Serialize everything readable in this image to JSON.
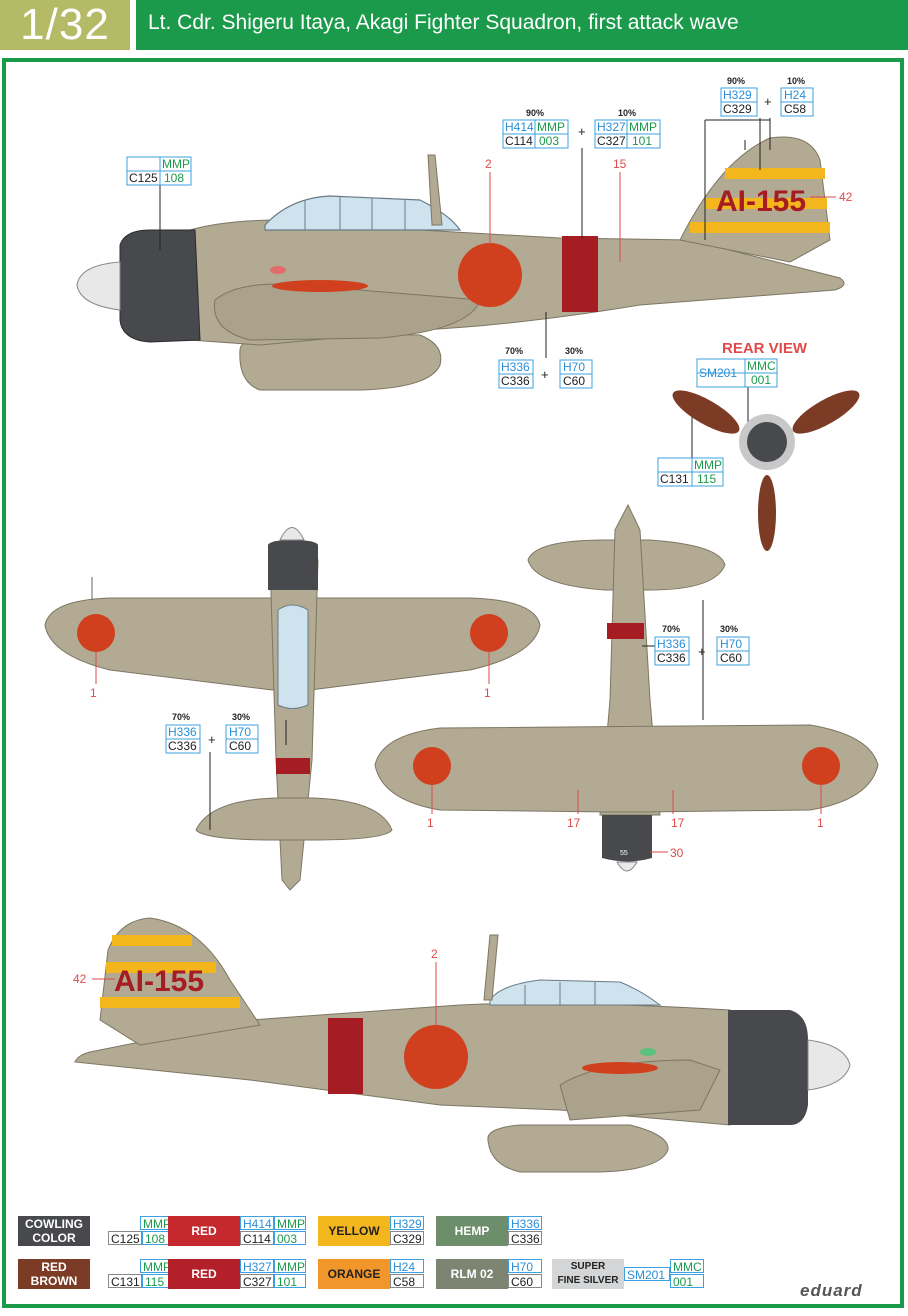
{
  "header": {
    "scale": "1/32",
    "title": "Lt. Cdr. Shigeru Itaya, Akagi Fighter Squadron, first attack wave"
  },
  "colors": {
    "hemp": "#b2aa92",
    "cowling": "#47494d",
    "red": "#a51d23",
    "hinomaru": "#d0401f",
    "yellow": "#f3b61c",
    "brown": "#7b3b25",
    "green": "#1a9a4a",
    "blue": "#3da0e0"
  },
  "side_view": {
    "code": "AI-155",
    "callouts": {
      "cowling": {
        "top_left": "",
        "top_right": "MMP",
        "bottom_left": "C125",
        "bottom_right": "108"
      },
      "band": {
        "pct_left": "90%",
        "pct_right": "10%",
        "left": {
          "a": "H414",
          "b": "MMP",
          "c": "C114",
          "d": "003"
        },
        "right": {
          "a": "H327",
          "b": "MMP",
          "c": "C327",
          "d": "101"
        }
      },
      "tail": {
        "pct_left": "90%",
        "pct_right": "10%",
        "left": {
          "a": "H329",
          "c": "C329"
        },
        "right": {
          "a": "H24",
          "c": "C58"
        }
      },
      "body": {
        "pct_left": "70%",
        "pct_right": "30%",
        "left": {
          "a": "H336",
          "c": "C336"
        },
        "right": {
          "a": "H70",
          "c": "C60"
        }
      },
      "plus": "+",
      "num_hinomaru": "2",
      "num_band": "15",
      "num_code": "42"
    }
  },
  "rear_view": {
    "label": "REAR VIEW",
    "spinner": {
      "a": "SM201",
      "b": "MMC",
      "d": "001"
    },
    "blades": {
      "b": "MMP",
      "c": "C131",
      "d": "115"
    }
  },
  "plan_views": {
    "top": {
      "pct_left": "70%",
      "pct_right": "30%",
      "left": {
        "a": "H336",
        "c": "C336"
      },
      "right": {
        "a": "H70",
        "c": "C60"
      },
      "num_left": "1",
      "num_right": "1"
    },
    "bottom": {
      "pct_left": "70%",
      "pct_right": "30%",
      "left": {
        "a": "H336",
        "c": "C336"
      },
      "right": {
        "a": "H70",
        "c": "C60"
      },
      "num_left": "1",
      "num_right": "1",
      "num_17a": "17",
      "num_17b": "17",
      "num_30": "30",
      "small_code": "55"
    }
  },
  "side_view_right": {
    "code": "AI-155",
    "num_code": "42",
    "num_hinomaru": "2"
  },
  "legend": [
    {
      "name": "COWLING\nCOLOR",
      "color": "#47494d",
      "h": "",
      "m": "MMP",
      "c": "C125",
      "md": "108"
    },
    {
      "name": "RED",
      "color": "#c5282d",
      "h": "H414",
      "m": "MMP",
      "c": "C114",
      "md": "003"
    },
    {
      "name": "YELLOW",
      "color": "#f3b61c",
      "h": "H329",
      "m": "",
      "c": "C329",
      "md": ""
    },
    {
      "name": "HEMP",
      "color": "#6c8e6a",
      "h": "H336",
      "m": "",
      "c": "C336",
      "md": ""
    },
    {
      "name": "RED\nBROWN",
      "color": "#7b3b25",
      "h": "",
      "m": "MMP",
      "c": "C131",
      "md": "115"
    },
    {
      "name": "RED",
      "color": "#b3202a",
      "h": "H327",
      "m": "MMP",
      "c": "C327",
      "md": "101"
    },
    {
      "name": "ORANGE",
      "color": "#f0962a",
      "h": "H24",
      "m": "",
      "c": "C58",
      "md": ""
    },
    {
      "name": "RLM 02",
      "color": "#7d8472",
      "h": "H70",
      "m": "",
      "c": "C60",
      "md": ""
    },
    {
      "name": "SUPER\nFINE SILVER",
      "color": "#d4d5d6",
      "h": "SM201",
      "m": "MMC",
      "c": "",
      "md": "001"
    }
  ],
  "brand": "eduard"
}
